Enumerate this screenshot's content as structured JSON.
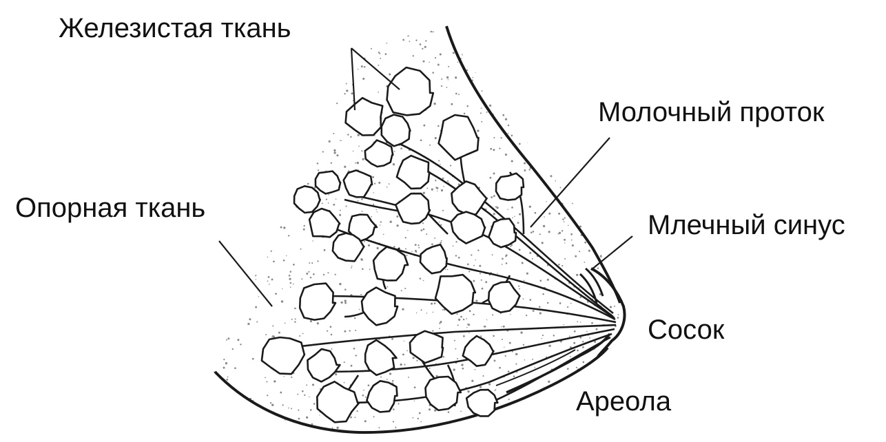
{
  "labels": {
    "glandular_tissue": "Железистая ткань",
    "milk_duct": "Молочный проток",
    "supporting_tissue": "Опорная ткань",
    "milk_sinus": "Млечный синус",
    "nipple": "Сосок",
    "areola": "Ареола"
  },
  "colors": {
    "background": "#ffffff",
    "ink": "#1a1a1a",
    "stipple": "#8a8a8a"
  }
}
